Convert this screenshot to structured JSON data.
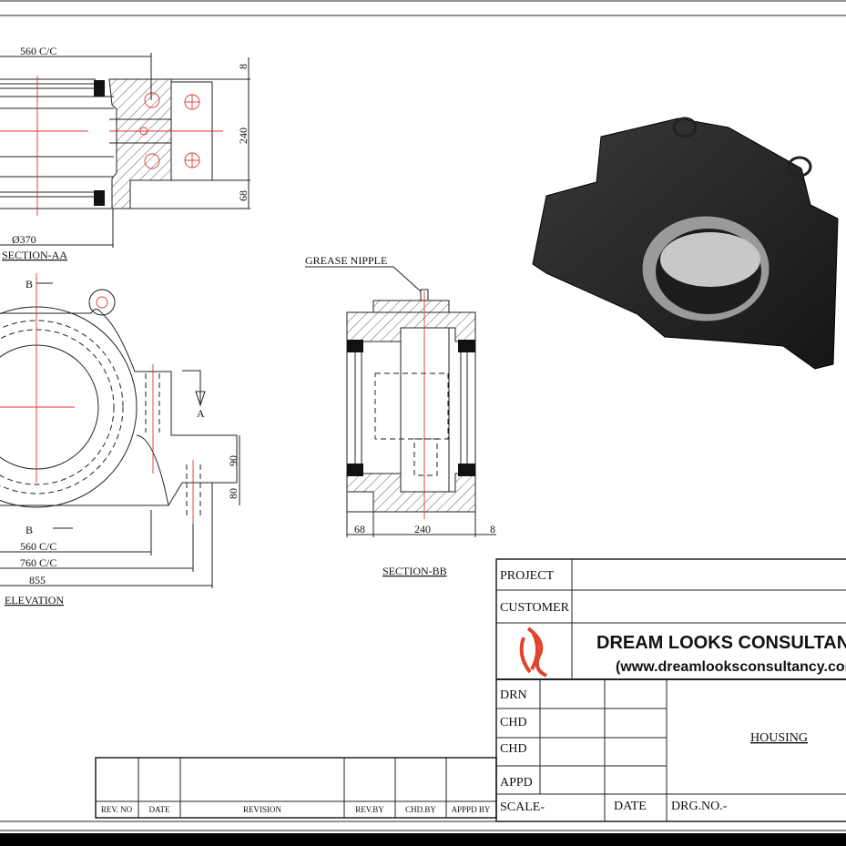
{
  "section_aa": {
    "title": "SECTION-AA",
    "dim_cc": "560 C/C",
    "dim_dia": "Ø370",
    "dim_top": "8",
    "dim_mid": "240",
    "dim_bot": "68"
  },
  "elevation": {
    "title": "ELEVATION",
    "marker_b": "B",
    "marker_a": "A",
    "dim_560": "560 C/C",
    "dim_760": "760 C/C",
    "dim_855": "855",
    "dim_90": "90",
    "dim_80": "80"
  },
  "section_bb": {
    "title": "SECTION-BB",
    "callout": "GREASE NIPPLE",
    "dim_left": "68",
    "dim_mid": "240",
    "dim_right": "8"
  },
  "title_block": {
    "project_label": "PROJECT",
    "customer_label": "CUSTOMER",
    "company_name": "DREAM LOOKS CONSULTANCY",
    "company_url": "(www.dreamlooksconsultancy.com)",
    "rows": [
      "DRN",
      "CHD",
      "CHD",
      "APPD"
    ],
    "drawing_title": "HOUSING",
    "scale_label": "SCALE-",
    "date_label": "DATE",
    "drg_no_label": "DRG.NO.-",
    "logo_color": "#e0442a"
  },
  "revision_table": {
    "headers": [
      "REV. NO",
      "DATE",
      "REVISION",
      "REV.BY",
      "CHD.BY",
      "APPPD BY"
    ]
  }
}
